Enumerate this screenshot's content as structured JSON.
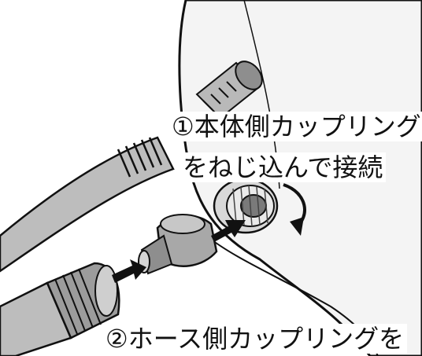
{
  "caption": {
    "line1": "①本体側カップリング",
    "line2": "をねじ込んで接続",
    "line3": "②ホース側カップリングを"
  },
  "colors": {
    "ink": "#111111",
    "body": "#f4f4f4",
    "shade": "#c9c9c9",
    "metal": "#8e8e8e",
    "hose": "#bdbdbd"
  },
  "icons": {
    "step1": "arrow-right-icon",
    "step2": "arrow-right-icon",
    "rotate": "rotate-arrow-icon"
  }
}
